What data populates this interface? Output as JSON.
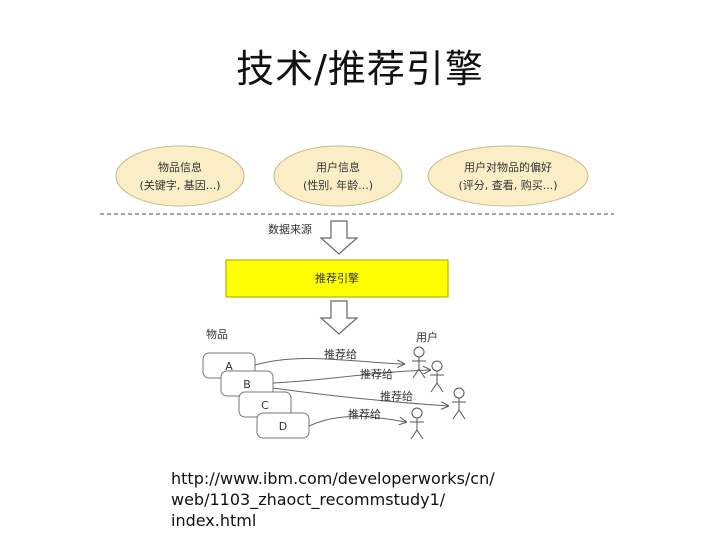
{
  "slide": {
    "title": "技术/推荐引擎",
    "url_lines": [
      "http://www.ibm.com/developerworks/cn/",
      "web/1103_zhaoct_recommstudy1/",
      "index.html"
    ]
  },
  "diagram": {
    "sources": [
      {
        "title": "物品信息",
        "detail": "(关键字, 基因...)"
      },
      {
        "title": "用户信息",
        "detail": "(性别, 年龄...)"
      },
      {
        "title": "用户对物品的偏好",
        "detail": "(评分, 查看, 购买...)"
      }
    ],
    "data_source_label": "数据来源",
    "engine_label": "推荐引擎",
    "items_label": "物品",
    "users_label": "用户",
    "items": [
      "A",
      "B",
      "C",
      "D"
    ],
    "recommend_label": "推荐给",
    "colors": {
      "ellipse_fill": "#fbeec6",
      "ellipse_stroke": "#c9b98a",
      "engine_fill": "#ffff00",
      "engine_stroke": "#b8b400"
    }
  }
}
